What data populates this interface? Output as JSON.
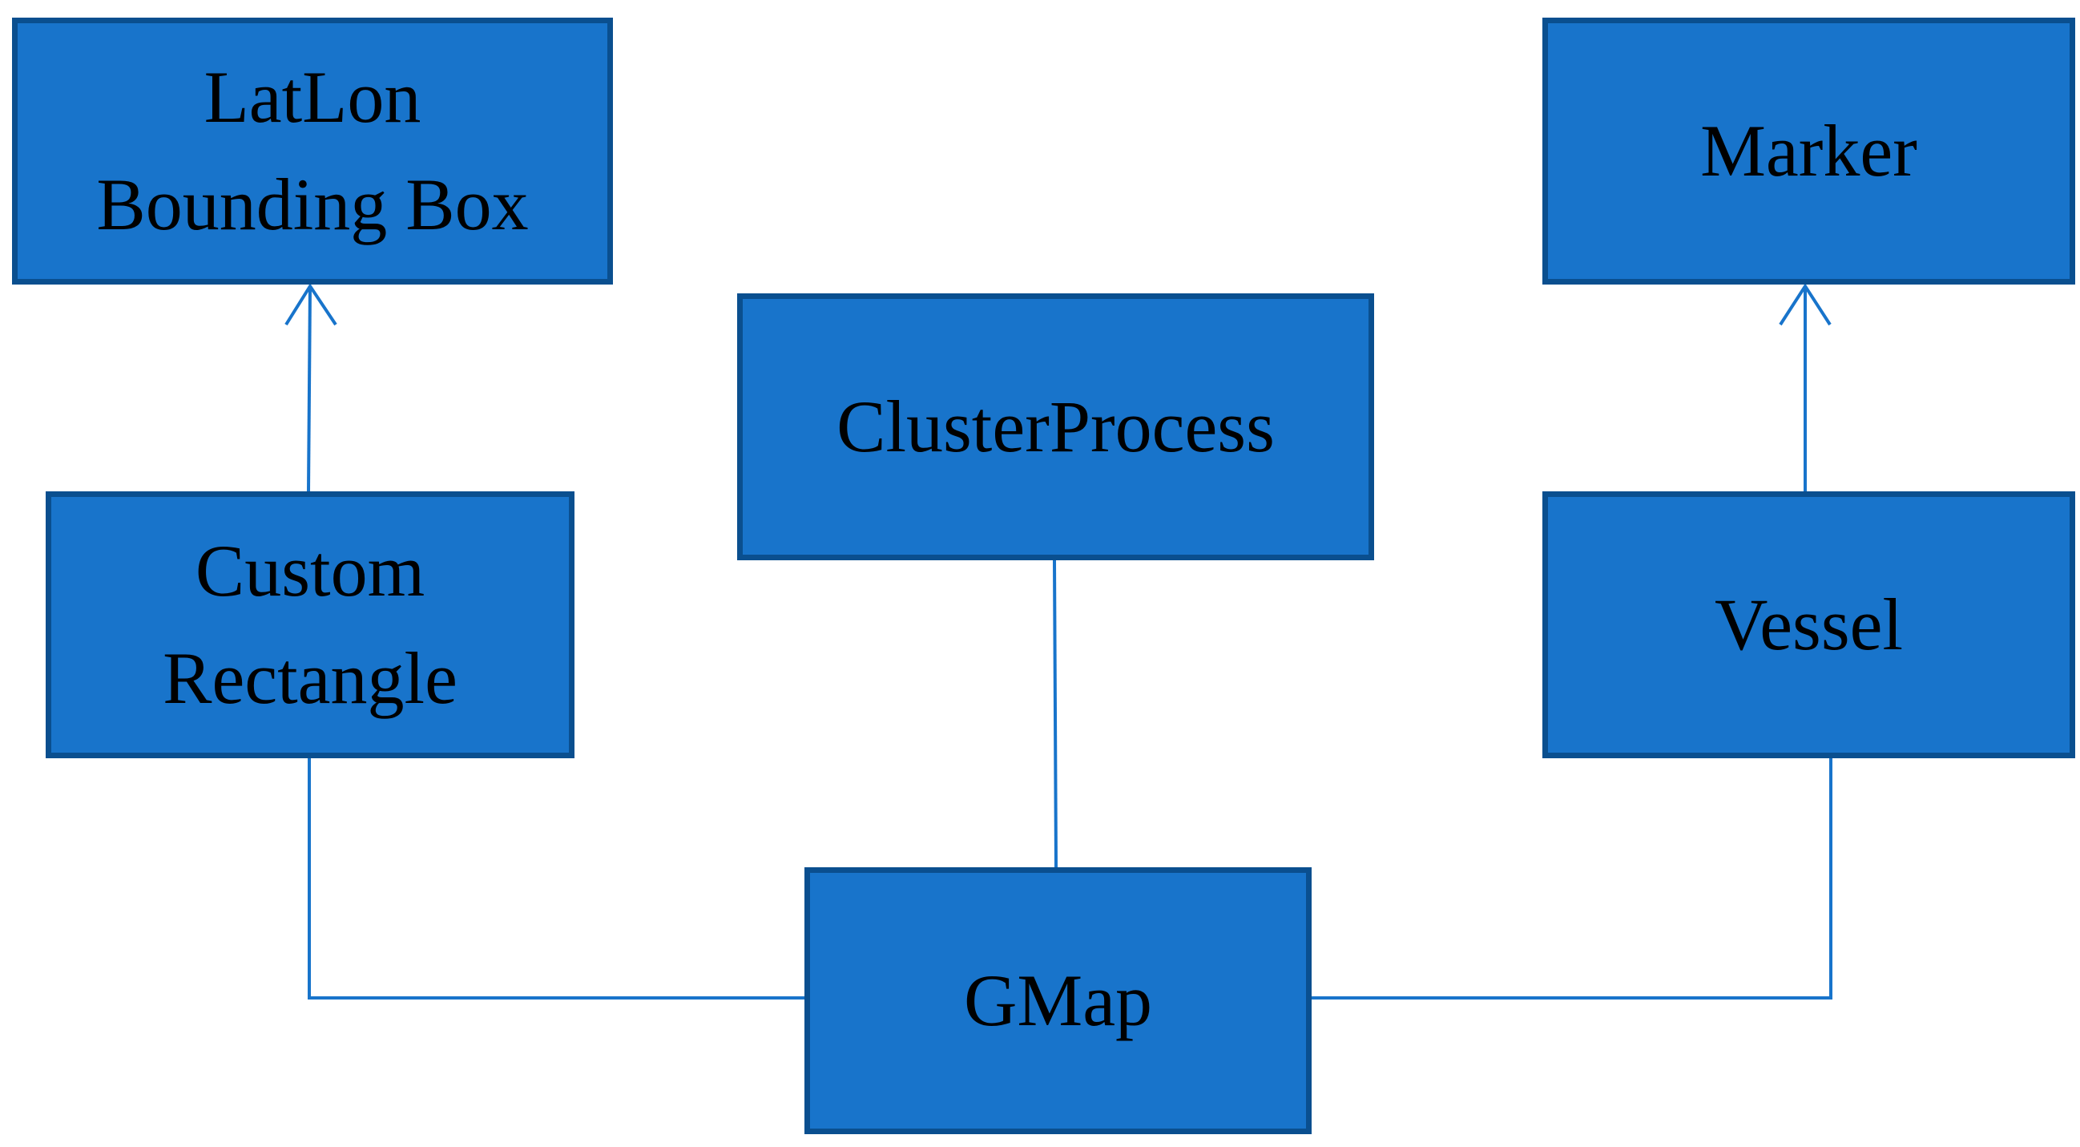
{
  "diagram": {
    "nodes": {
      "latlon": {
        "line1": "LatLon",
        "line2": "Bounding Box"
      },
      "marker": {
        "label": "Marker"
      },
      "cluster": {
        "label": "ClusterProcess"
      },
      "custom": {
        "line1": "Custom",
        "line2": "Rectangle"
      },
      "vessel": {
        "label": "Vessel"
      },
      "gmap": {
        "label": "GMap"
      }
    },
    "edges": [
      {
        "from": "Custom Rectangle",
        "to": "LatLon Bounding Box",
        "type": "arrow"
      },
      {
        "from": "Vessel",
        "to": "Marker",
        "type": "arrow"
      },
      {
        "from": "ClusterProcess",
        "to": "GMap",
        "type": "line"
      },
      {
        "from": "GMap",
        "to": "Custom Rectangle",
        "type": "line"
      },
      {
        "from": "GMap",
        "to": "Vessel",
        "type": "line"
      }
    ],
    "colors": {
      "box_fill": "#1874cb",
      "box_border": "#0a4f8f",
      "connector": "#1874cb",
      "text": "#000000"
    }
  }
}
